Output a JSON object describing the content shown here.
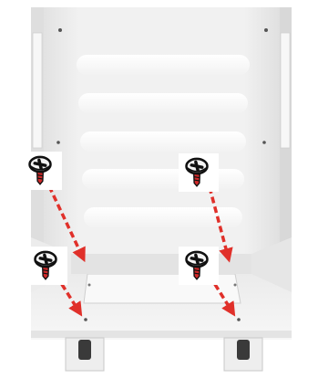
{
  "diagram": {
    "subject": "drive-mounting-bracket",
    "icon": "screw-icon",
    "steps": [
      {
        "id": "screw-upper-left",
        "direction": "down"
      },
      {
        "id": "screw-upper-right",
        "direction": "down"
      },
      {
        "id": "screw-lower-left",
        "direction": "down"
      },
      {
        "id": "screw-lower-right",
        "direction": "down"
      }
    ],
    "colors": {
      "bracket": "#f4f4f4",
      "bracket_shadow": "#d9d9d9",
      "arrow": "#e0302a",
      "screw_tip": "#d22a2a",
      "screw_outline": "#111111",
      "slot": "#ffffff"
    }
  }
}
